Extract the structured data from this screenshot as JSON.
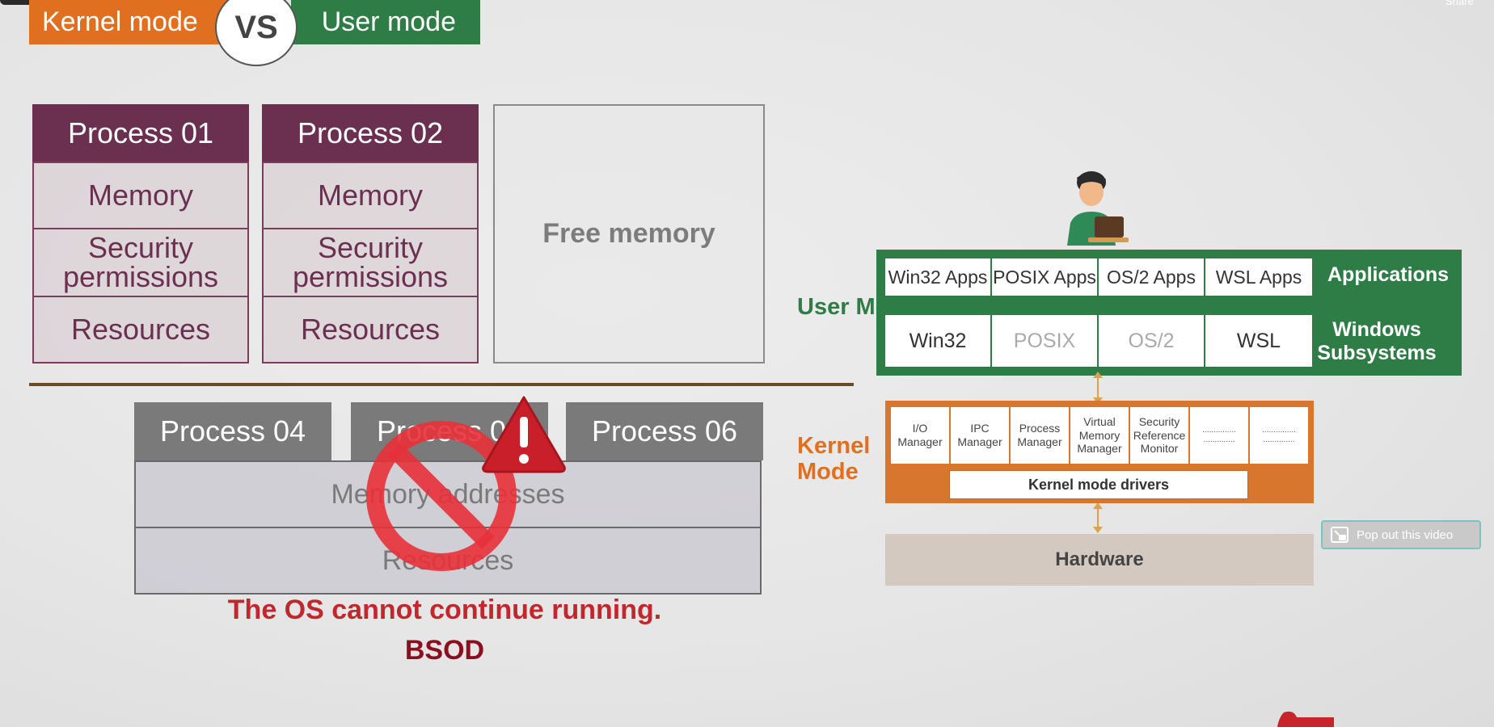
{
  "header": {
    "left_label": "Kernel mode",
    "vs": "VS",
    "right_label": "User mode",
    "share": "Share"
  },
  "user_processes": [
    {
      "title": "Process 01",
      "memory": "Memory",
      "security": "Security permissions",
      "resources": "Resources"
    },
    {
      "title": "Process 02",
      "memory": "Memory",
      "security": "Security permissions",
      "resources": "Resources"
    }
  ],
  "free_memory": "Free memory",
  "kernel_processes": {
    "titles": [
      "Process 04",
      "Process 05",
      "Process 06"
    ],
    "memory_addresses": "Memory addresses",
    "resources": "Resources"
  },
  "error": {
    "message": "The OS cannot continue running.",
    "code": "BSOD"
  },
  "architecture": {
    "user_mode_label": "User Mode",
    "kernel_mode_label": "Kernel Mode",
    "applications_label": "Applications",
    "subsystems_label": "Windows Subsystems",
    "apps": [
      "Win32 Apps",
      "POSIX Apps",
      "OS/2 Apps",
      "WSL Apps"
    ],
    "subsystems": [
      "Win32",
      "POSIX",
      "OS/2",
      "WSL"
    ],
    "kernel_components": [
      "I/O Manager",
      "IPC Manager",
      "Process Manager",
      "Virtual Memory Manager",
      "Security Reference Monitor",
      "............... ..............",
      "............... .............."
    ],
    "drivers": "Kernel mode drivers",
    "hardware": "Hardware"
  },
  "popout": {
    "label": "Pop out this video"
  },
  "colors": {
    "user_green": "#2e7d46",
    "kernel_orange": "#d8762e",
    "process_purple": "#6b2f50",
    "error_red": "#c0282e"
  }
}
